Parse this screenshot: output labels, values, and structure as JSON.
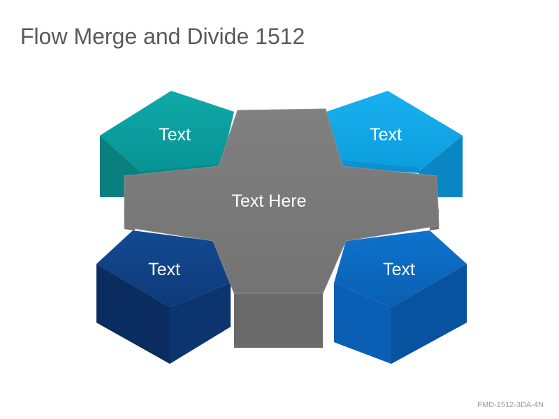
{
  "slide": {
    "title": "Flow Merge and Divide 1512",
    "code": "FMD-1512-3DA-4N"
  },
  "diagram": {
    "center_label": "Text Here",
    "arrows": [
      {
        "id": "top-left",
        "label": "Text",
        "color": "#0aa3a3"
      },
      {
        "id": "top-right",
        "label": "Text",
        "color": "#12a8e8"
      },
      {
        "id": "bottom-left",
        "label": "Text",
        "color": "#0f3f82"
      },
      {
        "id": "bottom-right",
        "label": "Text",
        "color": "#0a68c0"
      }
    ],
    "center_color": "#7a7a7a"
  }
}
